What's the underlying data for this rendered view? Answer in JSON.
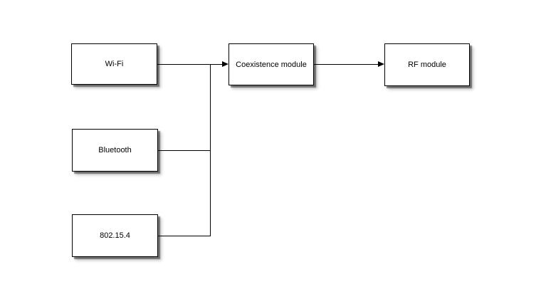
{
  "diagram": {
    "type": "block-diagram",
    "colors": {
      "background": "#ffffff",
      "block_fill": "#ffffff",
      "block_border": "#000000",
      "connector": "#000000",
      "shadow": "#8c8c8c"
    },
    "nodes": {
      "wifi": {
        "label": "Wi-Fi"
      },
      "bluetooth": {
        "label": "Bluetooth"
      },
      "ieee802154": {
        "label": "802.15.4"
      },
      "coexistence": {
        "label": "Coexistence module"
      },
      "rf": {
        "label": "RF module"
      }
    },
    "connections": [
      {
        "from": "Wi-Fi",
        "to": "Coexistence module",
        "arrow": true
      },
      {
        "from": "Bluetooth",
        "to": "Coexistence module",
        "arrow": true,
        "via": "junction"
      },
      {
        "from": "802.15.4",
        "to": "Coexistence module",
        "arrow": true,
        "via": "junction"
      },
      {
        "from": "Coexistence module",
        "to": "RF module",
        "arrow": true
      }
    ]
  }
}
